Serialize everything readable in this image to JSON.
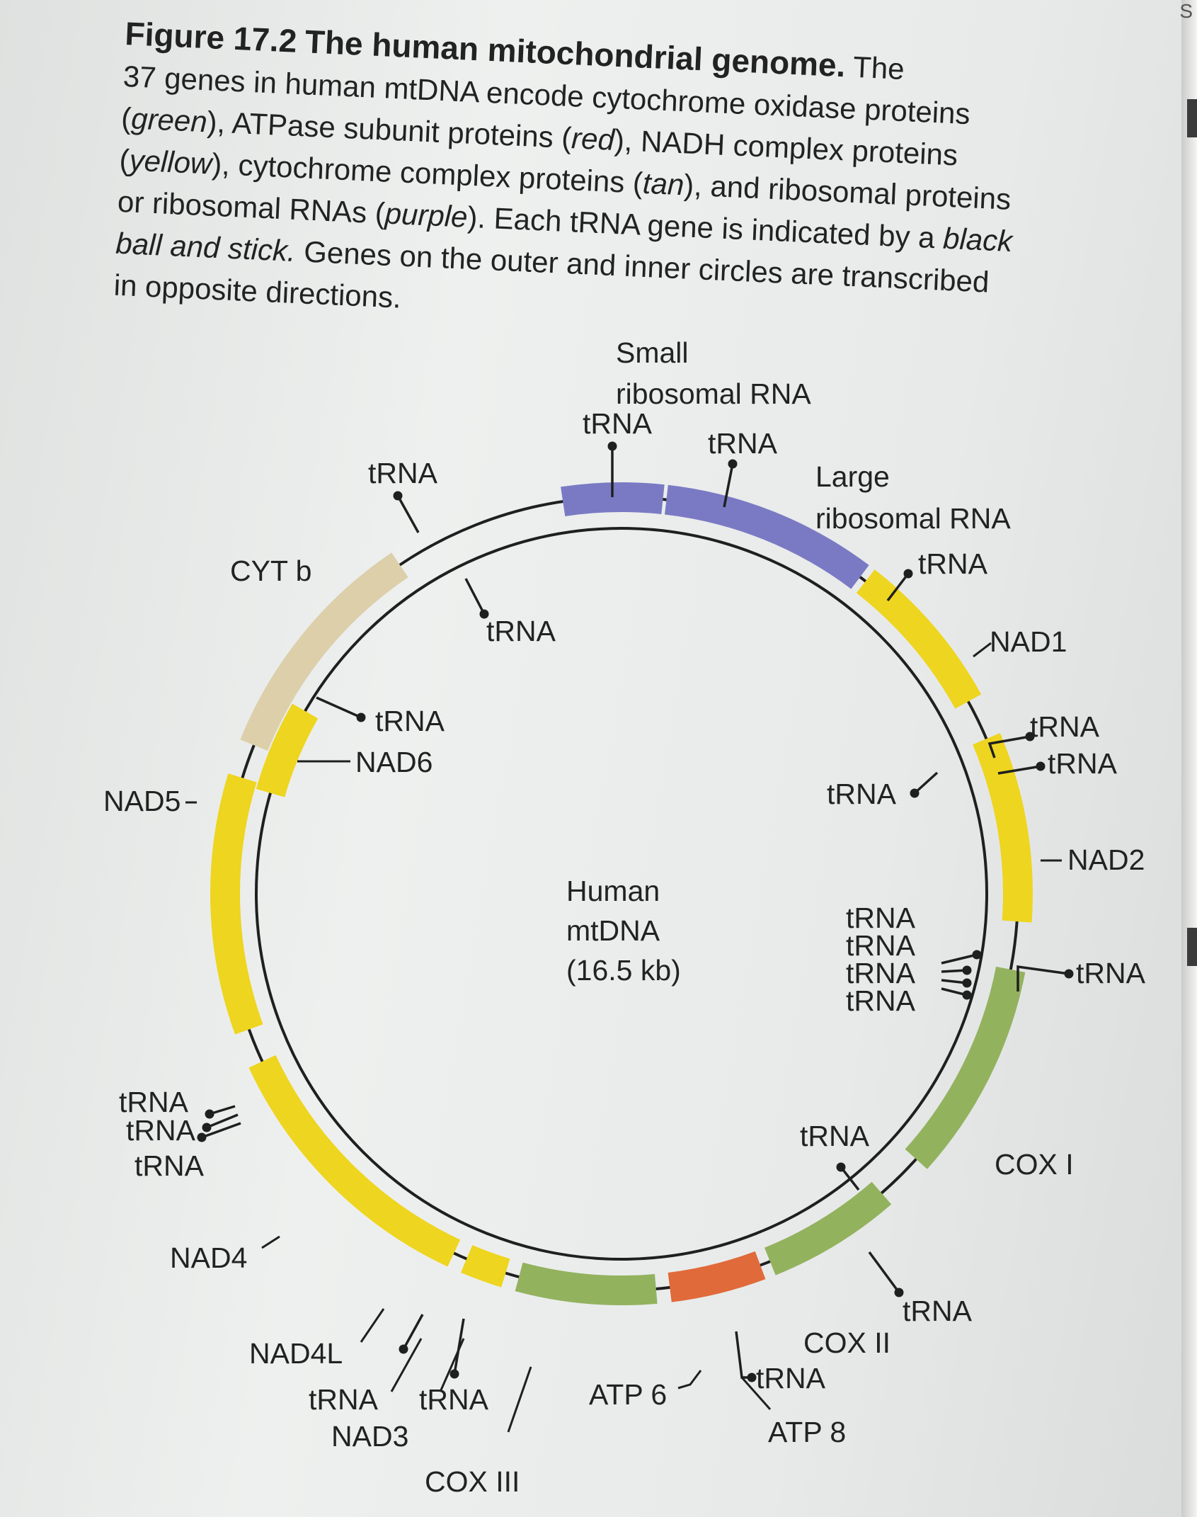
{
  "caption": {
    "figure_number": "Figure 17.2",
    "title": "The human mitochondrial genome.",
    "line1_tail": "The",
    "line2": "37 genes in human mtDNA encode cytochrome oxidase proteins",
    "line3_a": "(",
    "line3_green": "green",
    "line3_b": "), ATPase subunit proteins (",
    "line3_red": "red",
    "line3_c": "), NADH complex proteins",
    "line4_a": "(",
    "line4_yellow": "yellow",
    "line4_b": "), cytochrome complex proteins (",
    "line4_tan": "tan",
    "line4_c": "), and ribosomal proteins",
    "line5_a": "or ribosomal RNAs (",
    "line5_purple": "purple",
    "line5_b": "). Each tRNA gene is indicated by a ",
    "line5_black": "black",
    "line6_italic": "ball and stick.",
    "line6_b": " Genes on the outer and inner circles are transcribed",
    "line7": "in opposite directions."
  },
  "diagram": {
    "center_label": [
      "Human",
      "mtDNA",
      "(16.5 kb)"
    ],
    "colors": {
      "purple": "#7a7ac4",
      "yellow": "#eed51f",
      "green": "#93b25e",
      "red": "#e06a3a",
      "tan": "#dccfaa",
      "line": "#1f1f1f"
    },
    "labels": {
      "small_rrna": [
        "Small",
        "ribosomal RNA"
      ],
      "large_rrna": [
        "Large",
        "ribosomal RNA"
      ],
      "trna": "tRNA",
      "cyt_b": "CYT b",
      "nad1": "NAD1",
      "nad2": "NAD2",
      "nad3": "NAD3",
      "nad4": "NAD4",
      "nad4l": "NAD4L",
      "nad5": "NAD5",
      "nad6": "NAD6",
      "cox1": "COX I",
      "cox2": "COX II",
      "cox3": "COX III",
      "atp6": "ATP 6",
      "atp8": "ATP 8"
    }
  }
}
